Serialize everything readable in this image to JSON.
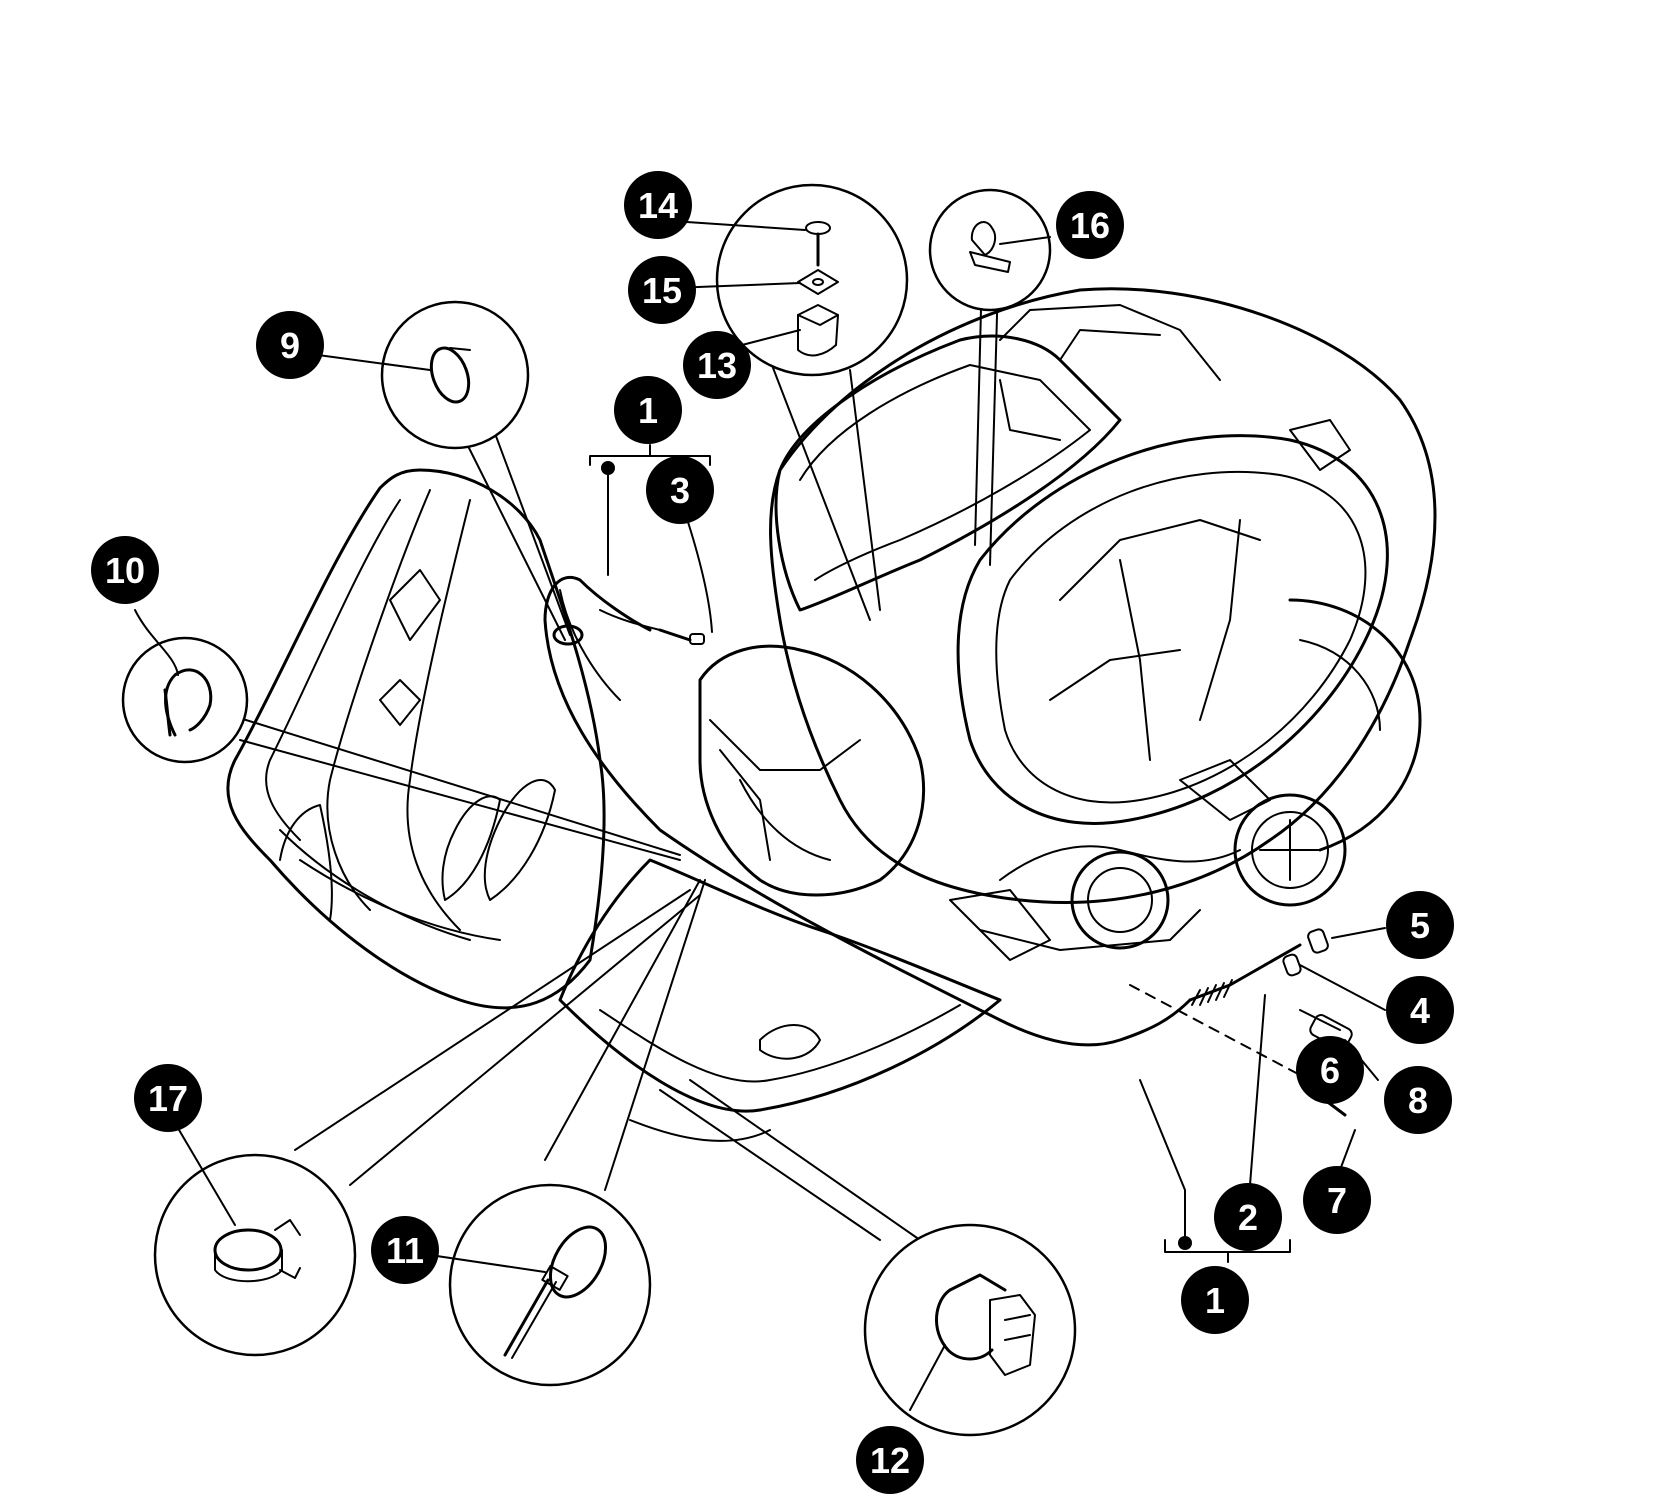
{
  "callouts": {
    "c1_top": "1",
    "c1_bottom": "1",
    "c2": "2",
    "c3": "3",
    "c4": "4",
    "c5": "5",
    "c6": "6",
    "c7": "7",
    "c8": "8",
    "c9": "9",
    "c10": "10",
    "c11": "11",
    "c12": "12",
    "c13": "13",
    "c14": "14",
    "c15": "15",
    "c16": "16",
    "c17": "17"
  },
  "colors": {
    "line": "#000000",
    "background": "#ffffff",
    "callout_fill": "#000000",
    "callout_text": "#ffffff"
  }
}
